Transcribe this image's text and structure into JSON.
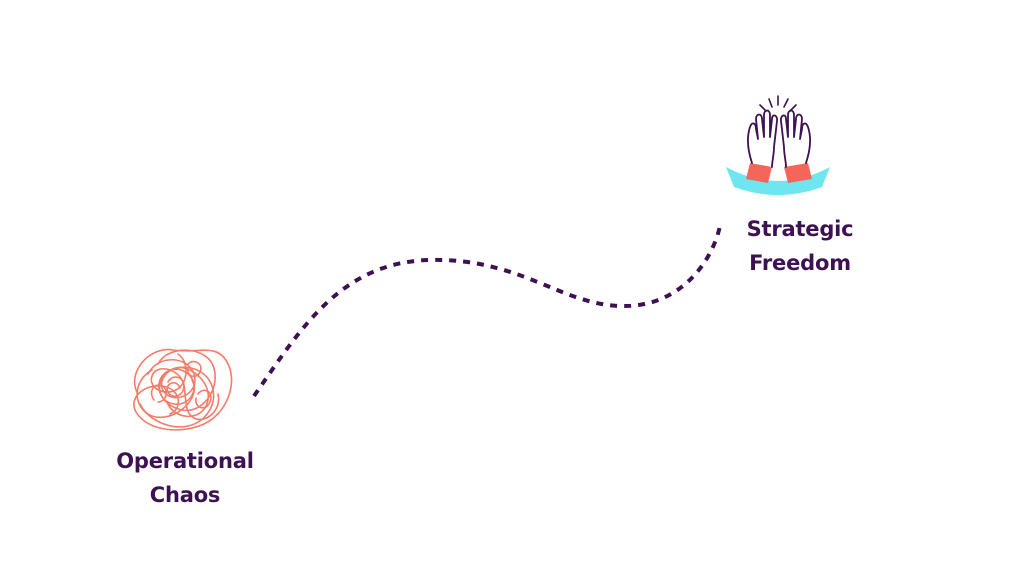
{
  "start": {
    "label_line1": "Operational",
    "label_line2": "Chaos",
    "icon": "tangled-scribble-icon"
  },
  "end": {
    "label_line1": "Strategic",
    "label_line2": "Freedom",
    "icon": "high-five-icon"
  },
  "colors": {
    "text": "#3d1152",
    "path": "#3d1152",
    "scribble": "#f47c6a",
    "sleeve": "#f4665a",
    "arc": "#6ee6f0",
    "hand_outline": "#3d1152"
  }
}
